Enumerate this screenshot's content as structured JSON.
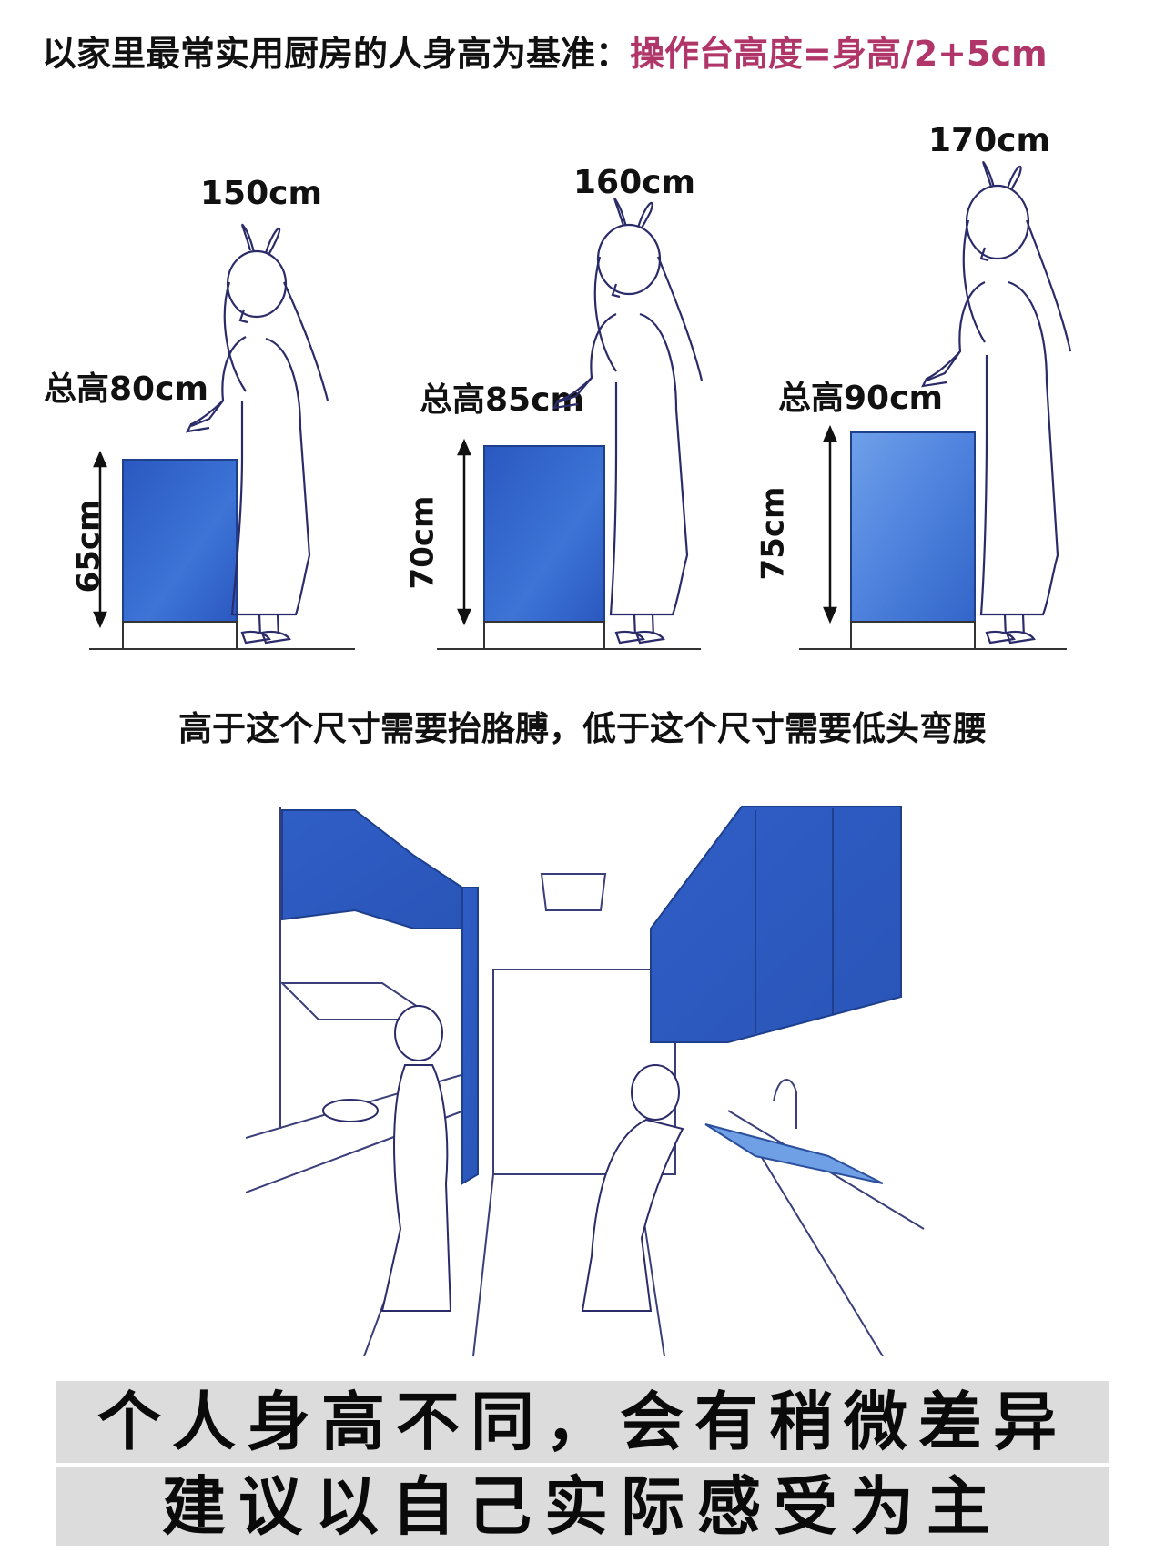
{
  "header": {
    "intro": "以家里最常实用厨房的人身高为基准：",
    "formula": "操作台高度=身高/2+5cm"
  },
  "panels": [
    {
      "person_height": "150cm",
      "total_height": "总高80cm",
      "cabinet_height": "65cm"
    },
    {
      "person_height": "160cm",
      "total_height": "总高85cm",
      "cabinet_height": "70cm"
    },
    {
      "person_height": "170cm",
      "total_height": "总高90cm",
      "cabinet_height": "75cm"
    }
  ],
  "note": "高于这个尺寸需要抬胳膊，低于这个尺寸需要低头弯腰",
  "banner": {
    "line1": "个人身高不同，会有稍微差异",
    "line2": "建议以自己实际感受为主"
  },
  "colors": {
    "cabinet": "#2f63c8",
    "cabinet_light": "#5d8fe0",
    "formula": "#b0366a",
    "banner_bg": "#dcdcdc"
  }
}
